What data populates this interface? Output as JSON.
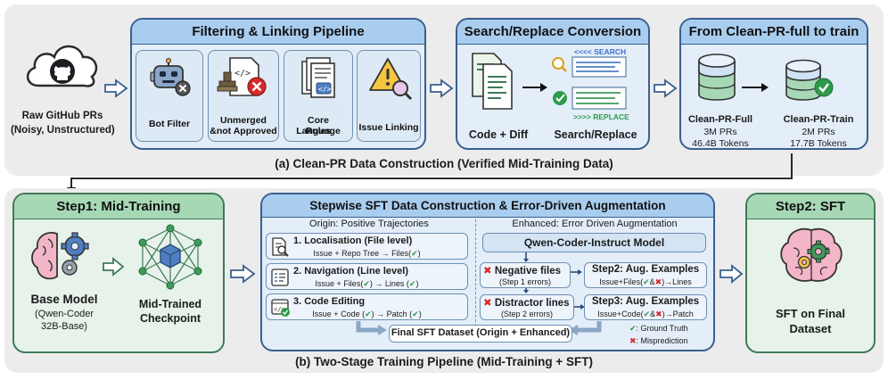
{
  "section_a": {
    "caption": "(a) Clean-PR Data Construction (Verified Mid-Training Data)",
    "source_line1": "Raw GitHub PRs",
    "source_line2": "(Noisy, Unstructured)",
    "filter_panel": {
      "title": "Filtering & Linking Pipeline",
      "cards": [
        {
          "label": "Bot Filter",
          "icon": "robot-icon"
        },
        {
          "label": "Unmerged &not Approved",
          "line1": "Unmerged",
          "line2": "&not Approved",
          "icon": "rejected-stamp-icon"
        },
        {
          "label": "Core Language Rules",
          "line1": "Core Language",
          "line2": "Rules",
          "icon": "code-document-icon"
        },
        {
          "label": "Issue Linking",
          "icon": "warning-search-icon"
        }
      ]
    },
    "conversion_panel": {
      "title": "Search/Replace Conversion",
      "left_label": "Code + Diff",
      "right_label": "Search/Replace",
      "search_tag": "<<<< SEARCH",
      "replace_tag": ">>>> REPLACE"
    },
    "train_panel": {
      "title": "From Clean-PR-full to train",
      "full": {
        "name": "Clean-PR-Full",
        "prs": "3M PRs",
        "tokens": "46.4B Tokens"
      },
      "train": {
        "name": "Clean-PR-Train",
        "prs": "2M PRs",
        "tokens": "17.7B Tokens"
      }
    }
  },
  "section_b": {
    "caption": "(b) Two-Stage Training Pipeline (Mid-Training + SFT)",
    "step1": {
      "title": "Step1: Mid-Training",
      "base_model": "Base Model",
      "base_sub1": "(Qwen-Coder",
      "base_sub2": "32B-Base)",
      "checkpoint1": "Mid-Trained",
      "checkpoint2": "Checkpoint"
    },
    "sft_construction": {
      "title": "Stepwise SFT Data Construction & Error-Driven Augmentation",
      "origin_header": "Origin: Positive Trajectories",
      "enhanced_header": "Enhanced: Error Driven Augmentation",
      "rows": [
        {
          "title": "1. Localisation (File level)",
          "sub_a": "Issue + Repo Tree →  Files(",
          "sub_b": ")"
        },
        {
          "title": "2. Navigation (Line level)",
          "sub_a": "Issue + Files(",
          "sub_b": ") → Lines (",
          "sub_c": ")"
        },
        {
          "title": "3. Code Editing",
          "sub_a": "Issue + Code (",
          "sub_b": ") → Patch (",
          "sub_c": ")"
        }
      ],
      "model_box": "Qwen-Coder-Instruct Model",
      "negative_files": "Negative files",
      "negative_files_sub": "(Step 1 errors)",
      "distractor_lines": "Distractor lines",
      "distractor_lines_sub": "(Step 2 errors)",
      "aug2_title": "Step2: Aug. Examples",
      "aug2_sub_a": "Issue+Files(",
      "aug2_sub_b": ")→Lines",
      "aug3_title": "Step3: Aug. Examples",
      "aug3_sub_a": "Issue+Code(",
      "aug3_sub_b": ")→Patch",
      "final_dataset": "Final SFT Dataset (Origin + Enhanced)",
      "legend_truth": ": Ground Truth",
      "legend_mispred": ": Misprediction",
      "check_glyph": "✔",
      "cross_glyph": "✖",
      "amp": "&"
    },
    "step2": {
      "title": "Step2: SFT",
      "label1": "SFT on Final",
      "label2": "Dataset"
    }
  },
  "colors": {
    "blue_header": "#a9cdef",
    "blue_border": "#3a5f8f",
    "green_header": "#a7d8b6",
    "green_border": "#3f7a56",
    "check": "#2e9b4a",
    "cross": "#d62a2a",
    "section_bg": "#ececec"
  }
}
